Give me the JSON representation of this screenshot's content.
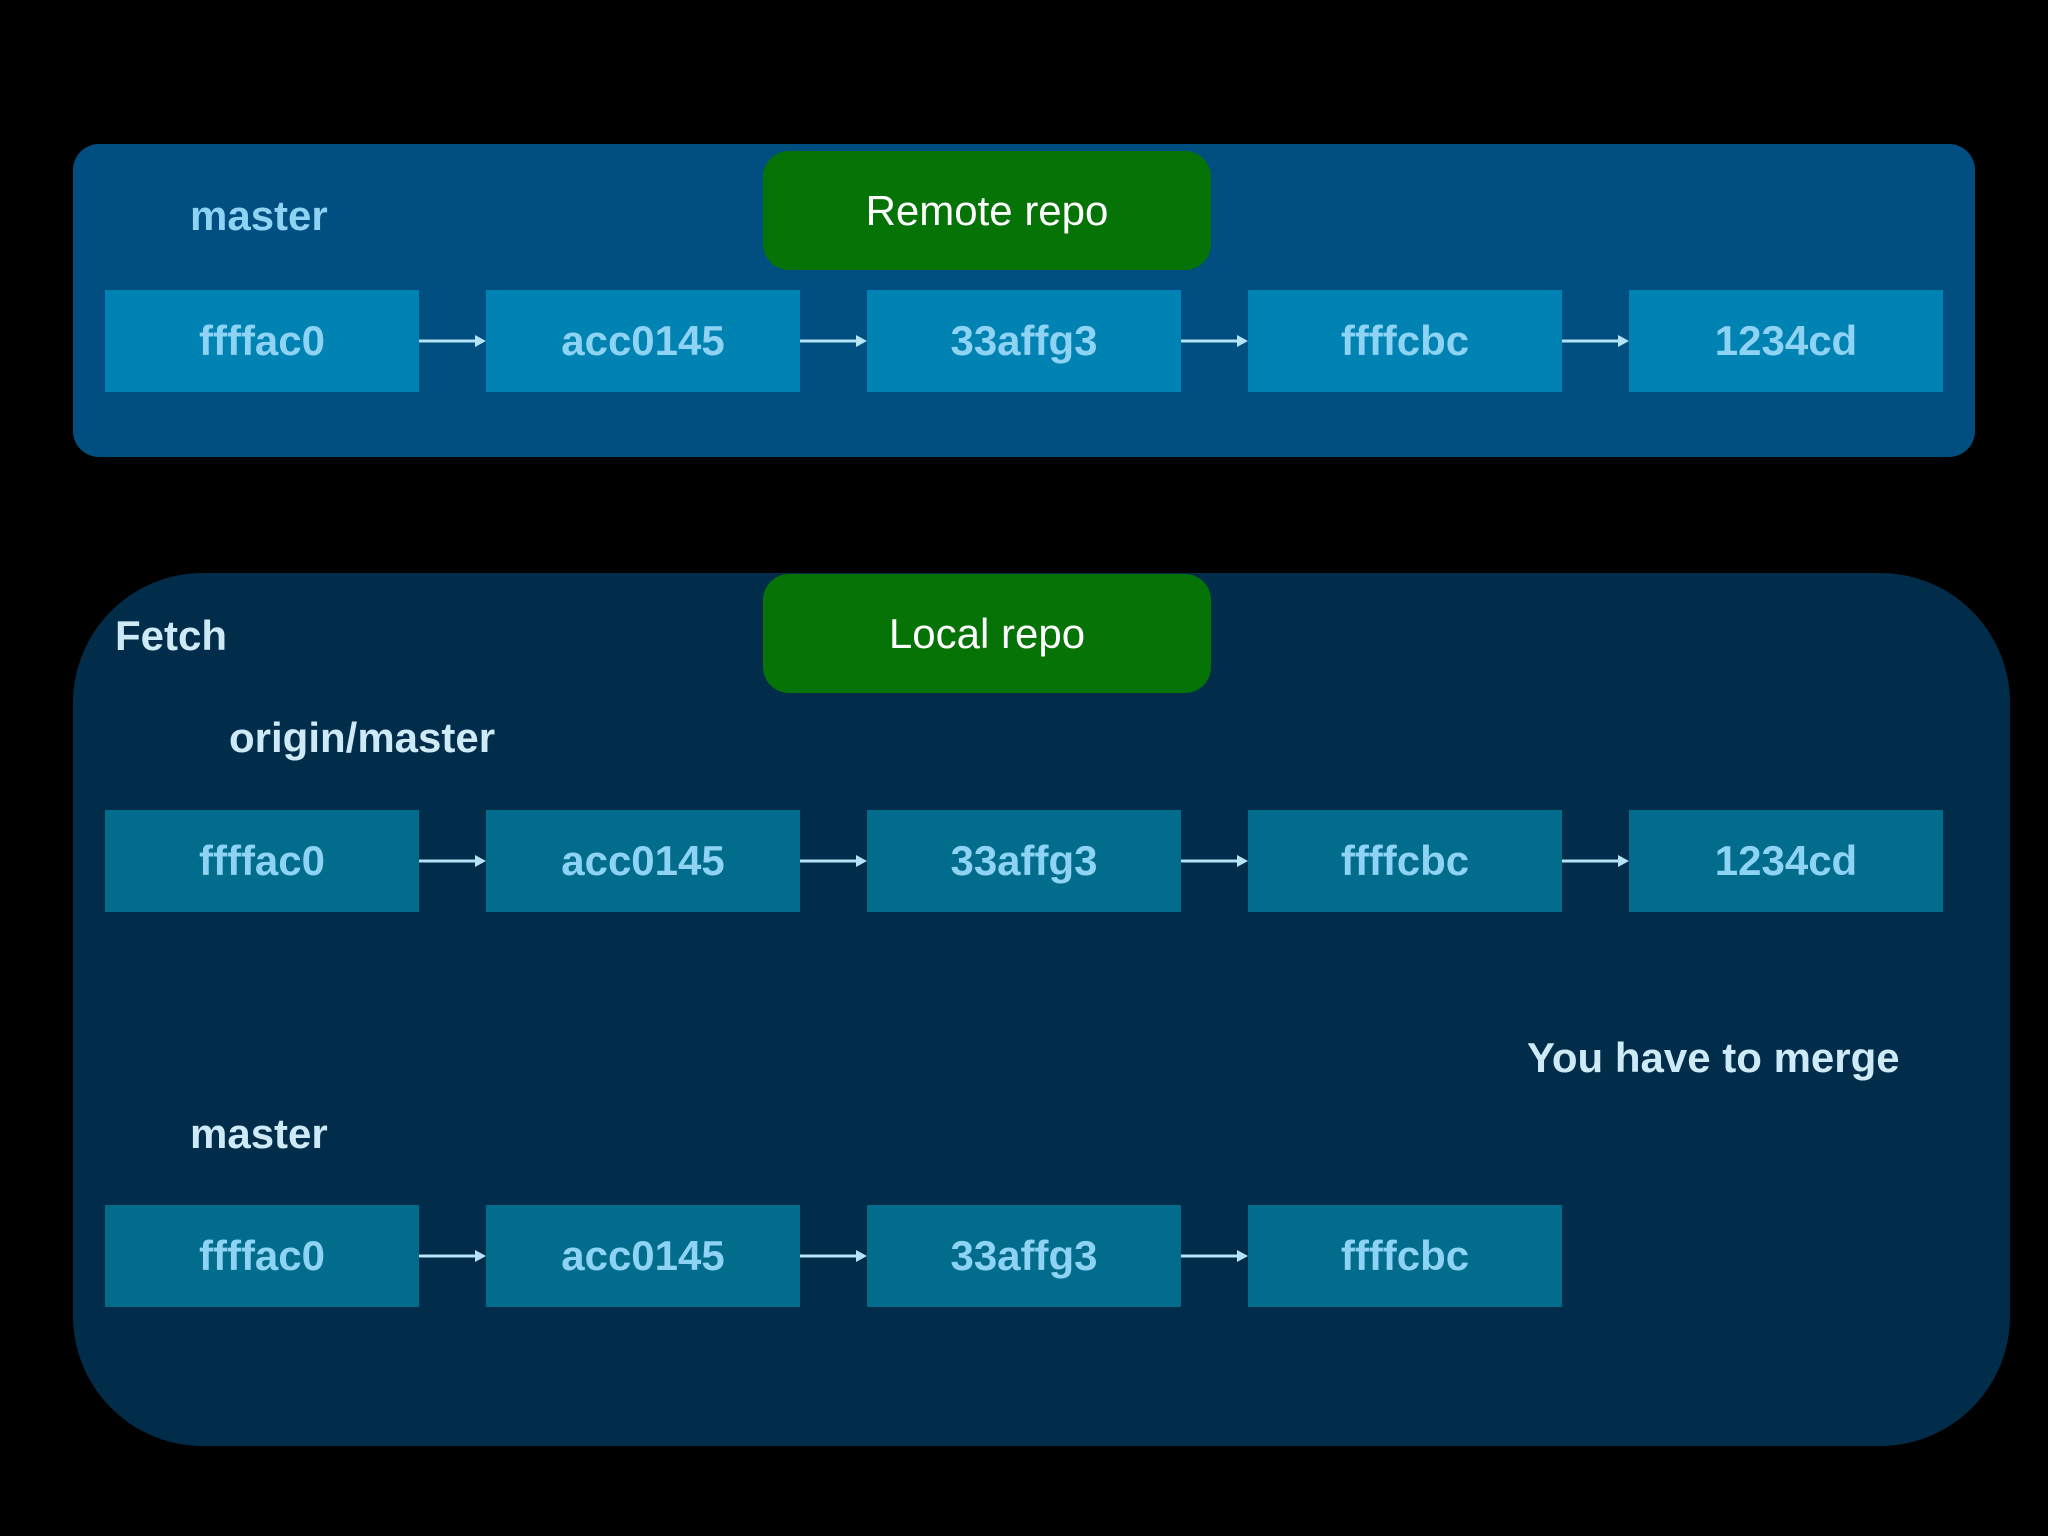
{
  "remote": {
    "title": "Remote repo",
    "branch_label": "master",
    "commits": [
      "ffffac0",
      "acc0145",
      "33affg3",
      "ffffcbc",
      "1234cd"
    ]
  },
  "local": {
    "title": "Local repo",
    "action_label": "Fetch",
    "origin_label": "origin/master",
    "origin_commits": [
      "ffffac0",
      "acc0145",
      "33affg3",
      "ffffcbc",
      "1234cd"
    ],
    "master_label": "master",
    "master_commits": [
      "ffffac0",
      "acc0145",
      "33affg3",
      "ffffcbc"
    ],
    "note": "You have to merge"
  },
  "colors": {
    "background": "#000000",
    "remote_panel": "#004f80",
    "local_panel": "#012d4a",
    "badge": "#057305",
    "remote_commit": "#0082b3",
    "local_commit": "#016c8c",
    "commit_text": "#8ed3f3",
    "arrow": "#b5e3f7"
  }
}
